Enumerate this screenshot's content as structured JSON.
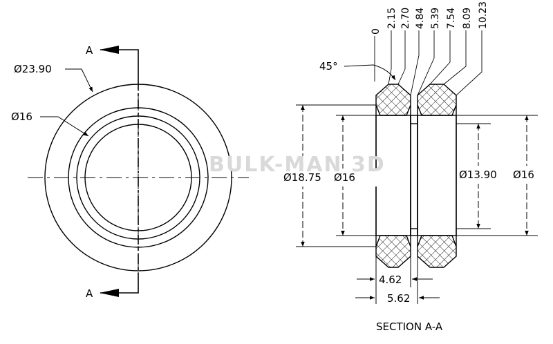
{
  "front_view": {
    "section_marks": [
      "A",
      "A"
    ],
    "dims": [
      "Ø23.90",
      "Ø16"
    ]
  },
  "section_view": {
    "title": "SECTION A-A",
    "angle": "45°",
    "ordinates": [
      "0",
      "2.15",
      "2.70",
      "4.84",
      "5.39",
      "7.54",
      "8.09",
      "10.23"
    ],
    "left_dims": [
      "Ø18.75",
      "Ø16"
    ],
    "right_dims": [
      "Ø13.90",
      "Ø16"
    ],
    "bottom_dims": [
      "4.62",
      "5.62"
    ]
  },
  "watermark": "BULK-MAN 3D"
}
